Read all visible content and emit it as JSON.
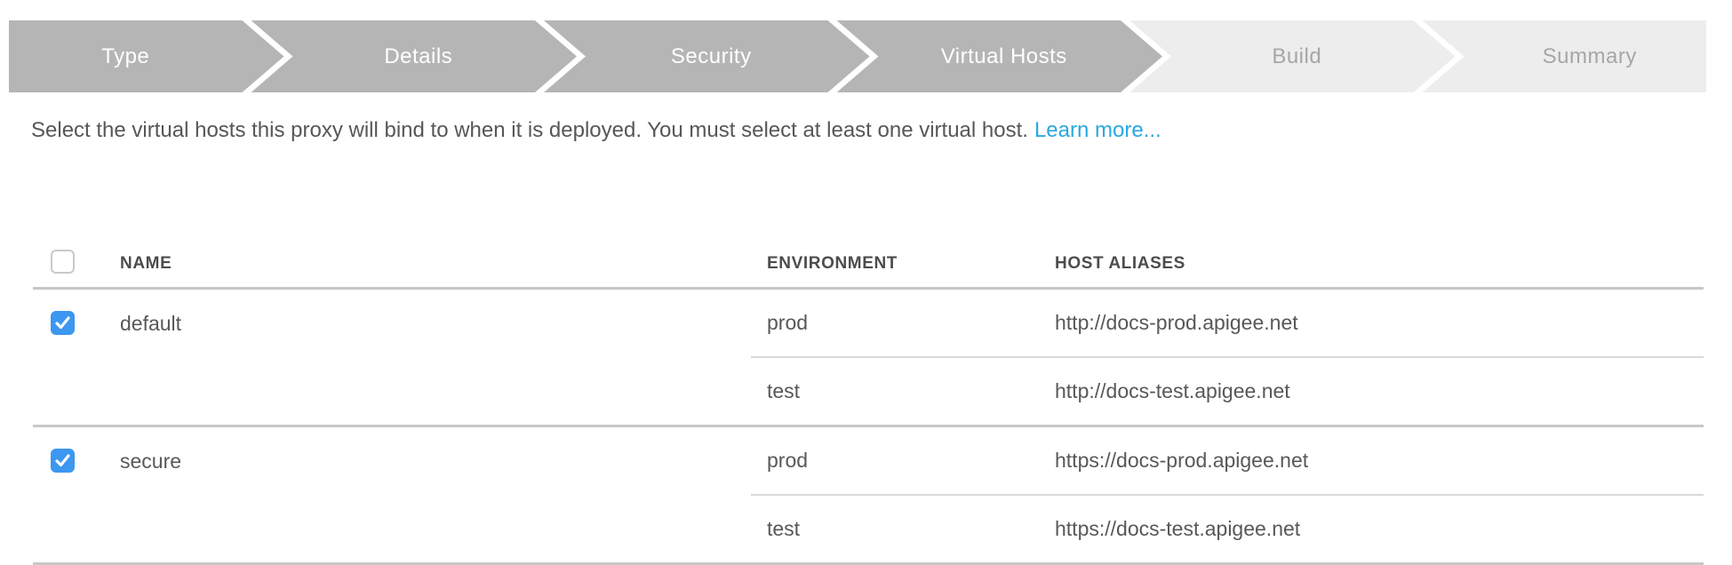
{
  "stepper": {
    "steps": [
      {
        "label": "Type",
        "state": "done"
      },
      {
        "label": "Details",
        "state": "done"
      },
      {
        "label": "Security",
        "state": "done"
      },
      {
        "label": "Virtual Hosts",
        "state": "active"
      },
      {
        "label": "Build",
        "state": "upcoming"
      },
      {
        "label": "Summary",
        "state": "upcoming"
      }
    ]
  },
  "instruction": {
    "text": "Select the virtual hosts this proxy will bind to when it is deployed. You must select at least one virtual host.",
    "link_label": "Learn more..."
  },
  "table": {
    "headers": {
      "name": "NAME",
      "environment": "ENVIRONMENT",
      "host_aliases": "HOST ALIASES"
    },
    "select_all_checked": false,
    "rows": [
      {
        "name": "default",
        "checked": true,
        "hosts": [
          {
            "environment": "prod",
            "alias": "http://docs-prod.apigee.net"
          },
          {
            "environment": "test",
            "alias": "http://docs-test.apigee.net"
          }
        ]
      },
      {
        "name": "secure",
        "checked": true,
        "hosts": [
          {
            "environment": "prod",
            "alias": "https://docs-prod.apigee.net"
          },
          {
            "environment": "test",
            "alias": "https://docs-test.apigee.net"
          }
        ]
      }
    ]
  },
  "colors": {
    "checkbox_blue": "#3b97f0",
    "link_blue": "#29a8e0",
    "step_active_bg": "#b5b5b5",
    "step_active_text": "#ffffff",
    "step_inactive_bg": "#ededed",
    "step_inactive_text": "#a6a6a6",
    "separator_heavy": "#c7c7c7",
    "separator_light": "#d9d9d9"
  }
}
